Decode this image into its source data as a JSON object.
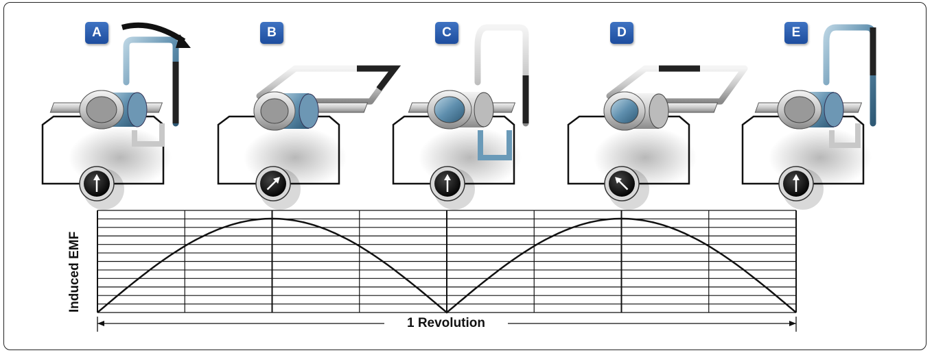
{
  "stages": [
    {
      "label": "A",
      "meter_angle_deg": 0
    },
    {
      "label": "B",
      "meter_angle_deg": 45
    },
    {
      "label": "C",
      "meter_angle_deg": 0
    },
    {
      "label": "D",
      "meter_angle_deg": -45
    },
    {
      "label": "E",
      "meter_angle_deg": 0
    }
  ],
  "graph": {
    "ylabel": "Induced EMF",
    "xlabel": "1 Revolution",
    "divisions": 8,
    "horizontal_lines": 13
  },
  "colors": {
    "badge": "#2a5caa",
    "conductor_blue": "#6a9ab8",
    "line": "#111111"
  }
}
